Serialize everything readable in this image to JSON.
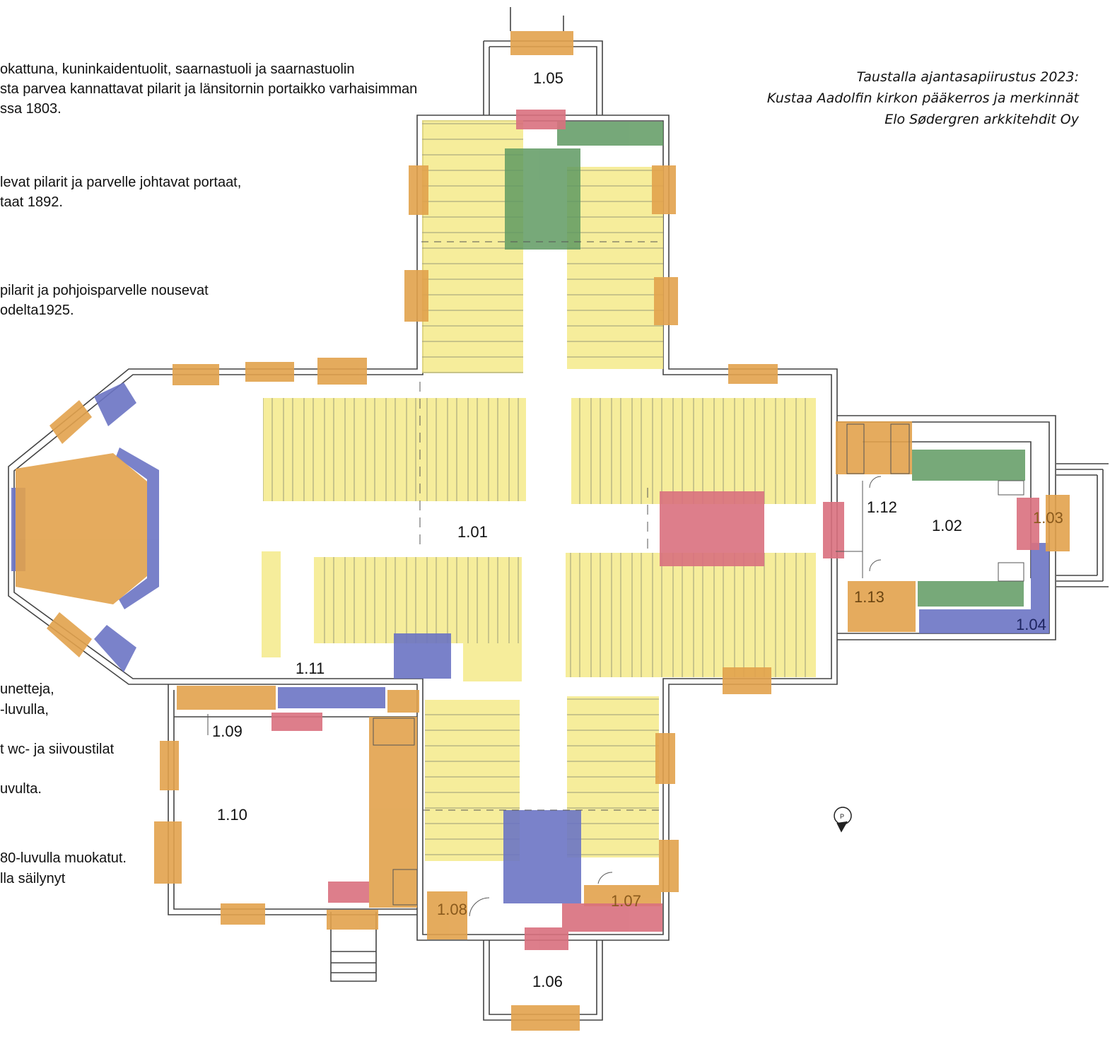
{
  "legend": {
    "lines": [
      "okattuna, kuninkaidentuolit, saarnastuoli ja saarnastuolin",
      "sta parvea kannattavat pilarit ja länsitornin portaikko varhaisimman",
      "ssa 1803.",
      "levat pilarit ja parvelle johtavat portaat,",
      "taat 1892.",
      "pilarit ja pohjoisparvelle nousevat",
      "odelta1925.",
      "unetteja,",
      "-luvulla,",
      "t wc- ja siivoustilat",
      "uvulta.",
      "80-luvulla muokatut.",
      "lla säilynyt"
    ]
  },
  "caption": {
    "line1": "Taustalla ajantasapiirustus 2023:",
    "line2": "Kustaa Aadolfin kirkon pääkerros ja merkinnät",
    "line3": "Elo Sødergren arkkitehdit Oy"
  },
  "rooms": {
    "r101": "1.01",
    "r102": "1.02",
    "r103": "1.03",
    "r104": "1.04",
    "r105": "1.05",
    "r106": "1.06",
    "r107": "1.07",
    "r108": "1.08",
    "r109": "1.09",
    "r110": "1.10",
    "r111": "1.11",
    "r112": "1.12",
    "r113": "1.13"
  },
  "marker_letter": "P",
  "colors": {
    "yellow": "#f5ea8a",
    "orange": "#e2a24c",
    "red": "#d9707e",
    "green": "#5f9a62",
    "blue": "#6b74c4",
    "wall": "#444444"
  }
}
